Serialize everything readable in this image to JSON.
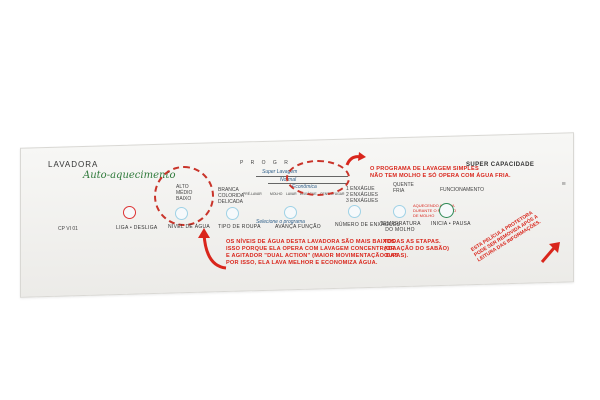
{
  "brand": {
    "name": "LAVADORA",
    "subtitle": "Auto-aquecimento"
  },
  "header": {
    "program_label": "P R O G R",
    "super_label": "SUPER CAPACIDADE"
  },
  "programs": {
    "super_lavagem": "Super Lavagem",
    "normal": "Normal",
    "economica": "Econômica",
    "stages": [
      "PRÉ-LAVAR",
      "MOLHO",
      "LAVAR",
      "ENXÁGUE",
      "CENTRIFUGAR"
    ]
  },
  "controls": {
    "liga_desliga": "LIGA • DESLIGA",
    "nivel_agua": "NÍVEL DE ÁGUA",
    "tipo_roupa": "TIPO DE ROUPA",
    "avanca_funcao": "AVANÇA FUNÇÃO",
    "enxagues": "NÚMERO DE ENXÁGUES",
    "temperatura": "TEMPERATURA DO MOLHO",
    "inicia_pausa": "INICIA • PAUSA",
    "selecione": "Selecione o programa"
  },
  "options": {
    "nivel": [
      "ALTO",
      "MÉDIO",
      "BAIXO"
    ],
    "tipo": [
      "BRANCA",
      "COLORIDA",
      "DELICADA"
    ],
    "enxagues": [
      "1 ENXÁGUE",
      "2 ENXÁGUES",
      "3 ENXÁGUES"
    ],
    "temperatura": [
      "QUENTE",
      "FRIA"
    ],
    "funcionamento": "FUNCIONAMENTO",
    "aquecimento": [
      "AQUECENDO A ÁGUA",
      "DURANTE O PERÍODO",
      "DE MOLHO"
    ]
  },
  "model_code": "CP VI 01",
  "annotations": {
    "top_right": [
      "O PROGRAMA DE LAVAGEM SIMPLES",
      "NÃO TEM MOLHO E SÓ OPERA COM ÁGUA FRIA."
    ],
    "bottom": [
      "OS NÍVEIS DE ÁGUA DESTA LAVADORA SÃO MAIS BAIXOS",
      "ISSO PORQUE ELA OPERA COM LAVAGEM CONCENTRADA",
      "E AGITADOR \"DUAL ACTION\" (MAIOR MOVIMENTAÇÃO DAS",
      "POR ISSO, ELA LAVA MELHOR E ECONOMIZA ÁGUA."
    ],
    "bottom_right": [
      "TODAS AS ETAPAS.",
      "(OR AÇÃO DO SABÃO)",
      "OUPAS)."
    ],
    "diagonal": [
      "ESTA PELÍCULA PROTETORA",
      "PODE SER REMOVIDA APÓS A",
      "LEITURA DAS INFORMAÇÕES."
    ]
  }
}
